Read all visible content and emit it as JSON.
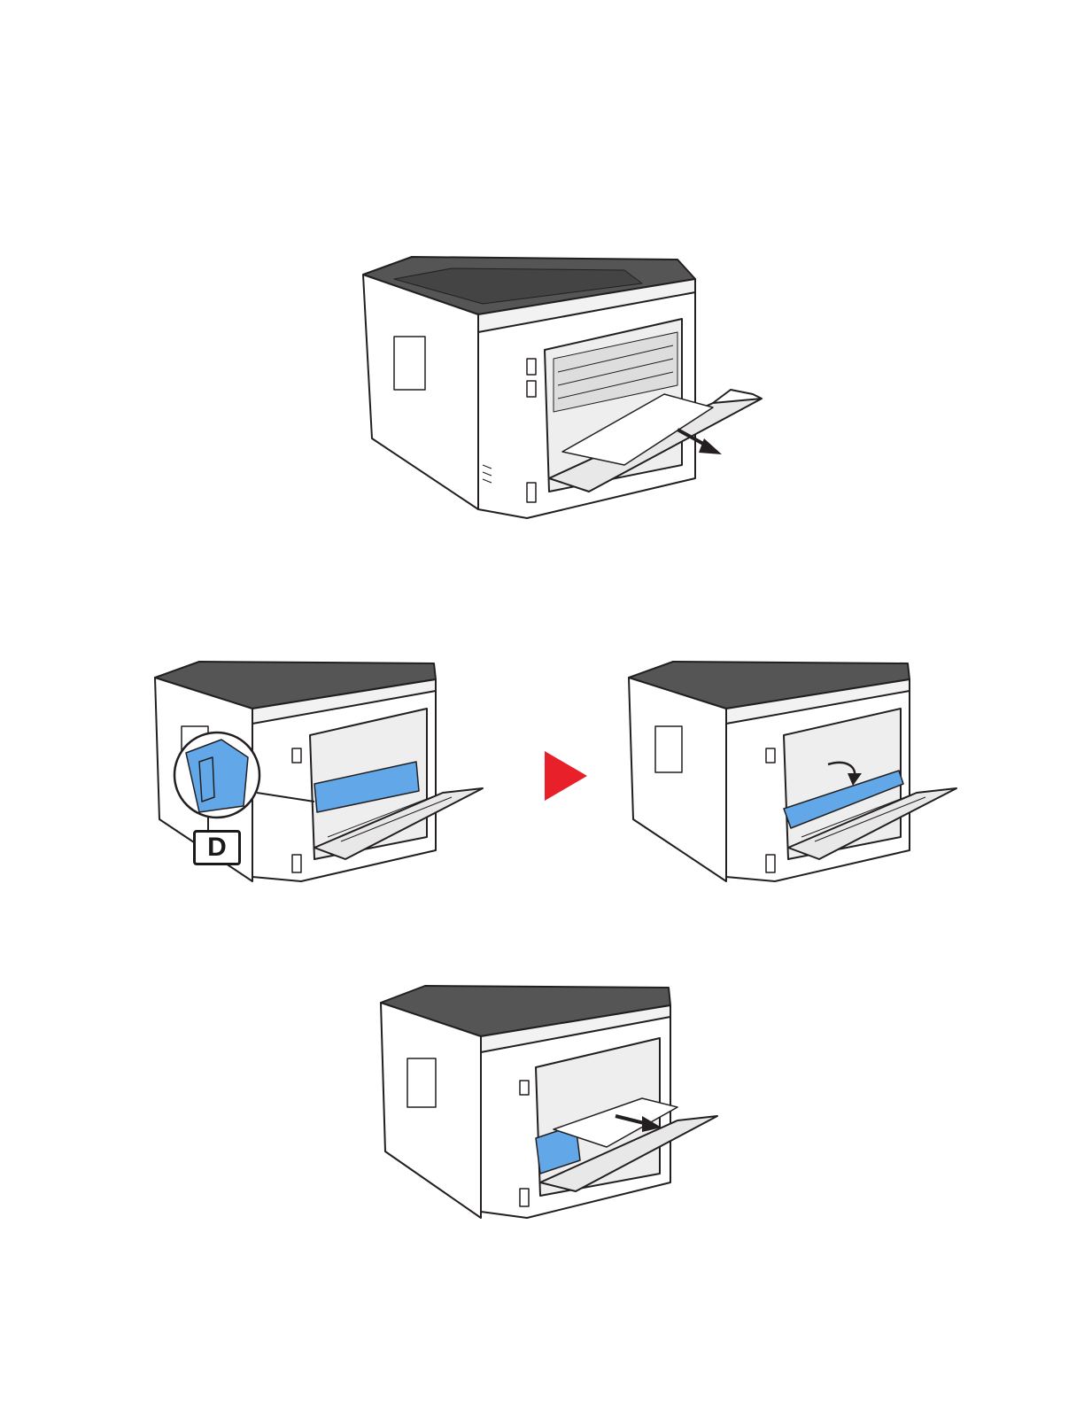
{
  "page": {
    "background": "#ffffff"
  },
  "illustrations": [
    {
      "name": "printer-remove-jammed-paper",
      "shows": "printer-rear-open-with-paper-and-pull-arrow"
    },
    {
      "name": "printer-fuser-cover-callout",
      "shows": "printer-rear-open-with-highlighted-cover"
    },
    {
      "name": "printer-fuser-cover-lowered",
      "shows": "printer-rear-cover-lowered-with-arrow"
    },
    {
      "name": "printer-remove-paper-with-cover",
      "shows": "printer-rear-open-with-paper-and-pull-arrow"
    }
  ],
  "callout": {
    "label": "D"
  },
  "step_arrow": {
    "icon": "play-triangle-icon",
    "color": "#e8202a"
  },
  "colors": {
    "highlight_blue": "#62a8e8",
    "outline": "#231f20",
    "shade_light": "#eeeeee",
    "shade_dark": "#555555"
  }
}
